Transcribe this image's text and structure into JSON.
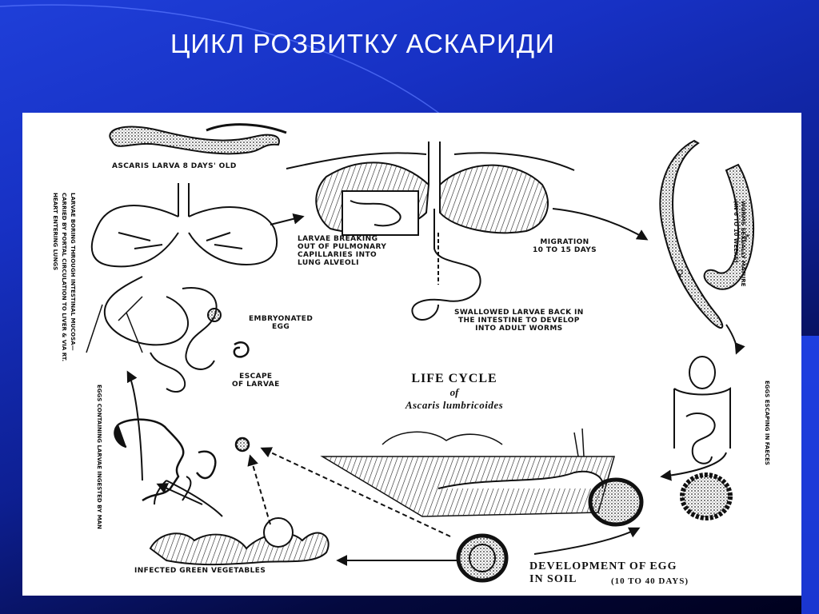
{
  "slide": {
    "title": "ЦИКЛ РОЗВИТКУ АСКАРИДИ",
    "colors": {
      "background_top": "#1f3fd9",
      "background_bottom": "#00001c",
      "title": "#ffffff",
      "panel": "#ffffff",
      "ink": "#111111"
    }
  },
  "diagram": {
    "center_title": {
      "line1": "LIFE CYCLE",
      "line2": "of",
      "line3": "Ascaris lumbricoides"
    },
    "labels": {
      "larva_8_days": "ASCARIS LARVA 8 DAYS' OLD",
      "larvae_breaking": "LARVAE BREAKING\nOUT OF PULMONARY\nCAPILLARIES INTO\nLUNG ALVEOLI",
      "migration": "MIGRATION\n10 TO 15 DAYS",
      "swallowed": "SWALLOWED LARVAE BACK IN\nTHE INTESTINE TO DEVELOP\nINTO ADULT WORMS",
      "embryonated_egg": "EMBRYONATED\nEGG",
      "escape_larvae": "ESCAPE\nOF LARVAE",
      "worms_mature": "WORMS SEXUALLY MATURE\n(IN 6 TO 10 WEEKS)",
      "eggs_faeces": "EGGS ESCAPING IN FAECES",
      "development_egg": "DEVELOPMENT OF EGG\nIN SOIL",
      "development_days": "(10 TO 40 DAYS)",
      "infected_vegetables": "INFECTED GREEN VEGETABLES",
      "eggs_ingested": "EGGS CONTAINING LARVAE INGESTED BY MAN",
      "larvae_boring": "LARVAE BORING THROUGH INTESTINAL MUCOSA—\nCARRIED BY PORTAL CIRCULATION TO LIVER & VIA RT.\nHEART ENTERING LUNGS",
      "female_symbol": "♀",
      "male_symbol": "♂"
    }
  }
}
